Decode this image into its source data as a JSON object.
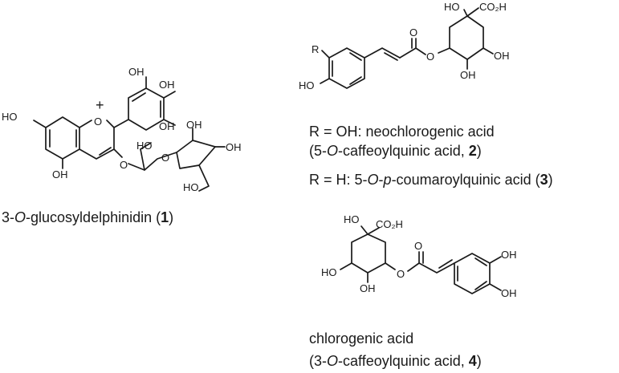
{
  "colors": {
    "ink": "#1a1a1a",
    "background": "#ffffff"
  },
  "delphinidin": {
    "oh_a": "OH",
    "oh_b": "OH",
    "oh_c": "OH",
    "ho_left": "HO",
    "oh_bottom": "OH",
    "ring_o": "O",
    "plus": "+",
    "link_o": "O",
    "sugar_ho": "HO",
    "sugar_oh_top": "OH",
    "sugar_oh_right": "OH",
    "sugar_ring_o": "O",
    "sugar_ho_bottom": "HO",
    "caption_prefix": "3-",
    "caption_o": "O",
    "caption_mid": "-glucosyldelphinidin (",
    "caption_num": "1",
    "caption_end": ")"
  },
  "neochlorogenic": {
    "r_label": "R",
    "ho_phenol": "HO",
    "carbonyl_o": "O",
    "ester_o": "O",
    "ho_top": "HO",
    "co2h": "CO₂H",
    "oh_right": "OH",
    "oh_bottom": "OH",
    "line1": "R = OH: neochlorogenic acid",
    "line2_a": "(5-",
    "line2_o": "O",
    "line2_b": "-caffeoylquinic acid, ",
    "line2_num": "2",
    "line2_c": ")",
    "line3_a": "R = H: 5-",
    "line3_o": "O",
    "line3_b": "-",
    "line3_p": "p",
    "line3_c": "-coumaroylquinic acid (",
    "line3_num": "3",
    "line3_d": ")"
  },
  "chlorogenic": {
    "ho_top": "HO",
    "co2h": "CO₂H",
    "ho_left": "HO",
    "oh_bottom": "OH",
    "ester_o": "O",
    "carbonyl_o": "O",
    "oh_a": "OH",
    "oh_b": "OH",
    "line1": "chlorogenic acid",
    "line2_a": "(3-",
    "line2_o": "O",
    "line2_b": "-caffeoylquinic acid, ",
    "line2_num": "4",
    "line2_c": ")"
  }
}
